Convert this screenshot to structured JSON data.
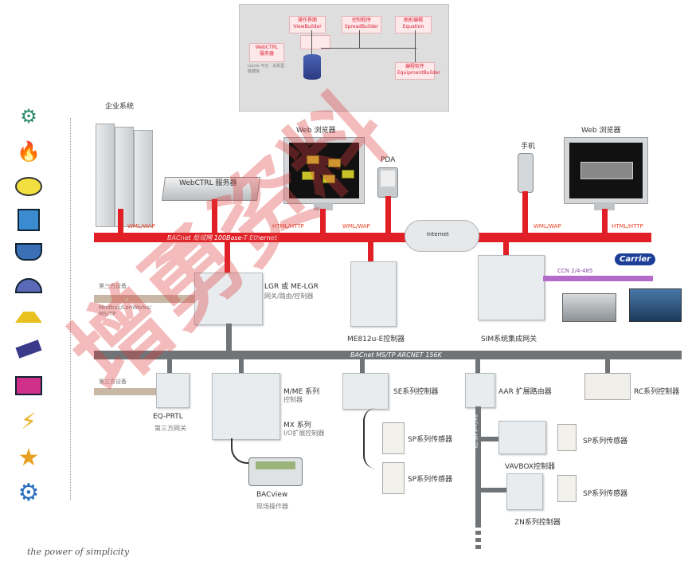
{
  "top_box": {
    "left_title": "WebCTRL\n服务器",
    "left_desc": "Liunix 平台 · 关系型\n数据库",
    "items": [
      "操作界面\nViewBuilder",
      "控制程序\nSpreadBuilder",
      "图形编辑\nEquation",
      "编程软件\nEquipmentBuilder"
    ]
  },
  "labels": {
    "enterprise": "企业系统",
    "web1": "Web 浏览器",
    "web2": "Web 浏览器",
    "pda": "PDA",
    "phone": "手机",
    "webctrl_server": "WebCTRL 服务器",
    "wml1": "WML/WAP",
    "html1": "HTML/HTTP",
    "wml2": "WML/WAP",
    "internet": "Internet",
    "wml3": "WML/WAP",
    "html2": "HTML/HTTP",
    "bus1": "BACnet 局域网 100Base-T Ethernet",
    "lgr": "LGR 或 ME-LGR",
    "lgr_sub": "网关/路由/控制器",
    "me812": "ME812u-E控制器",
    "sim": "SIM系统集成网关",
    "ccn": "CCN 2/4-485",
    "carrier": "Carrier",
    "ext1": "第三方设备",
    "ext1b": "Modbus/LonWorks/\nMS/TP",
    "bus2": "BACnet MS/TP ARCNET 156K",
    "ext2": "第三方设备",
    "eq": "EQ-PRTL",
    "eq_sub": "第三方网关",
    "mme": "M/ME 系列",
    "mme_sub": "控制器",
    "mx": "MX 系列",
    "mx_sub": "I/O扩展控制器",
    "se": "SE系列控制器",
    "aar": "AAR 扩展路由器",
    "rc": "RC系列控制器",
    "sp1": "SP系列传感器",
    "sp2": "SP系列传感器",
    "sp3": "SP系列传感器",
    "sp4": "SP系列传感器",
    "vav": "VAVBOX控制器",
    "zn": "ZN系列控制器",
    "bacview": "BACview",
    "bacview_sub": "现场操作器",
    "branch": "BACnet MS/TP",
    "tagline": "the power of simplicity"
  },
  "watermark": "增勇资料",
  "side_icons": [
    "generator-icon",
    "fire-icon",
    "lightbulb-icon",
    "cube-icon",
    "cooking-pot-icon",
    "gauge-icon",
    "hood-icon",
    "fuel-pump-icon",
    "battery-icon",
    "lightning-icon",
    "star-icon",
    "gear-icon"
  ],
  "colors": {
    "red_bus": "#e11f26",
    "gray_bus": "#707477",
    "purple_bus": "#b46bc9",
    "accent": "#e8442a"
  }
}
